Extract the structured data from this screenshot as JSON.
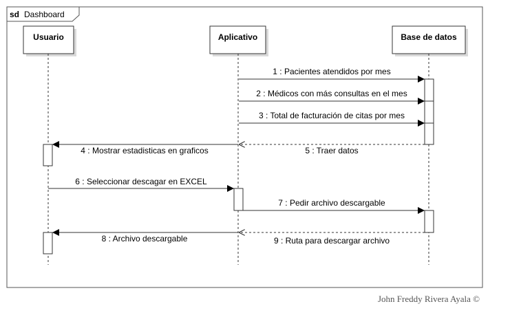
{
  "frame": {
    "keyword": "sd",
    "name": "Dashboard"
  },
  "lifelines": [
    {
      "id": "usuario",
      "label": "Usuario"
    },
    {
      "id": "app",
      "label": "Aplicativo"
    },
    {
      "id": "db",
      "label": "Base de datos"
    }
  ],
  "messages": [
    {
      "label": "1 : Pacientes atendidos por mes",
      "from": "app",
      "to": "db",
      "kind": "sync"
    },
    {
      "label": "2 : Médicos con más consultas en el mes",
      "from": "app",
      "to": "db",
      "kind": "sync"
    },
    {
      "label": "3 : Total de facturación de citas por mes",
      "from": "app",
      "to": "db",
      "kind": "sync"
    },
    {
      "label": "4 : Mostrar estadisticas en graficos",
      "from": "app",
      "to": "usuario",
      "kind": "sync"
    },
    {
      "label": "5 : Traer datos",
      "from": "db",
      "to": "app",
      "kind": "return"
    },
    {
      "label": "6 : Seleccionar descagar en EXCEL",
      "from": "usuario",
      "to": "app",
      "kind": "sync"
    },
    {
      "label": "7 : Pedir archivo descargable",
      "from": "app",
      "to": "db",
      "kind": "sync"
    },
    {
      "label": "8 : Archivo descargable",
      "from": "app",
      "to": "usuario",
      "kind": "sync"
    },
    {
      "label": "9 : Ruta para descargar archivo",
      "from": "db",
      "to": "app",
      "kind": "return"
    }
  ],
  "credit": "John Freddy Rivera Ayala ©",
  "colors": {
    "line": "#333333",
    "box_fill": "#ffffff",
    "shadow": "#d9d9d9",
    "text": "#000000"
  }
}
